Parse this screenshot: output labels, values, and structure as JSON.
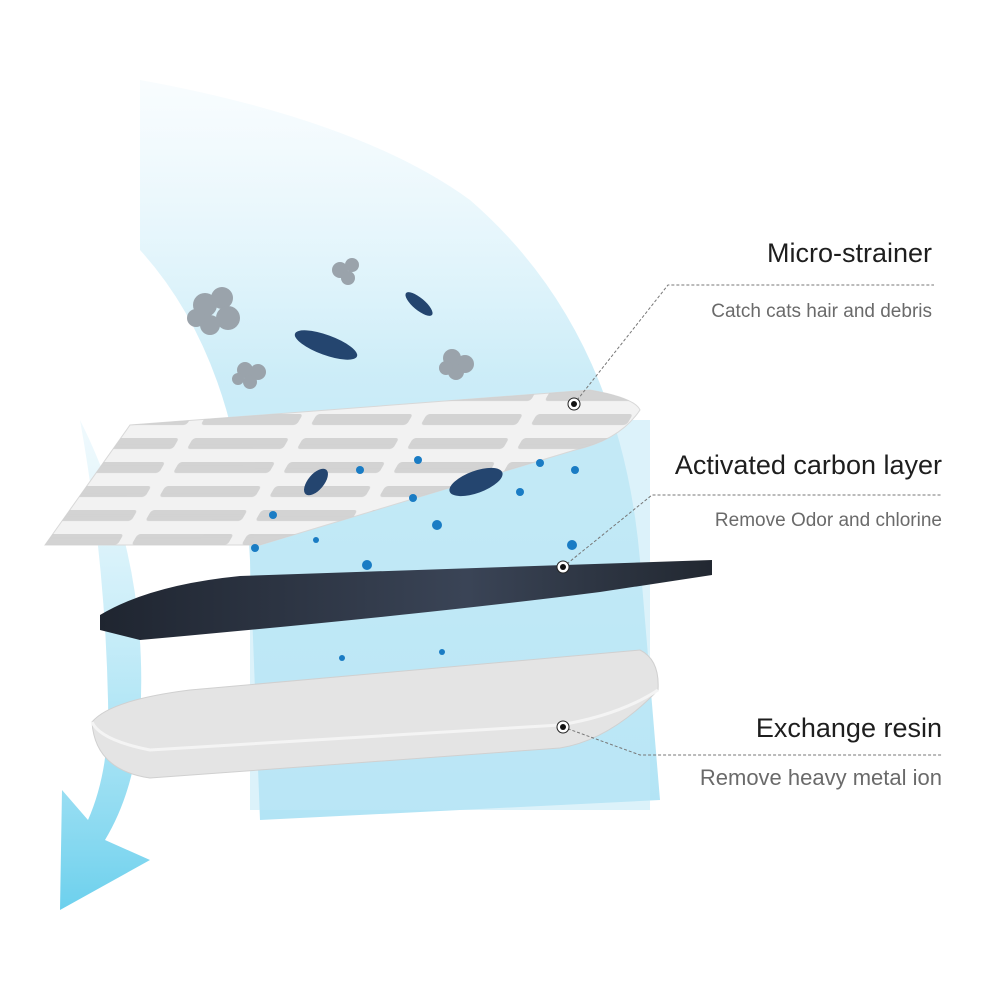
{
  "layers": [
    {
      "name": "Micro-strainer",
      "description": "Catch cats hair and debris"
    },
    {
      "name": "Activated carbon layer",
      "description": "Remove Odor and chlorine"
    },
    {
      "name": "Exchange resin",
      "description": "Remove heavy metal ion"
    }
  ],
  "colors": {
    "water": "#bfe8f6",
    "arrow": "#7fd3ee",
    "carbon": "#2b3340",
    "resin": "#e6e6e6",
    "bacteria": "#24456f",
    "dots": "#1a7cc4",
    "particles": "#9aa3ab"
  }
}
